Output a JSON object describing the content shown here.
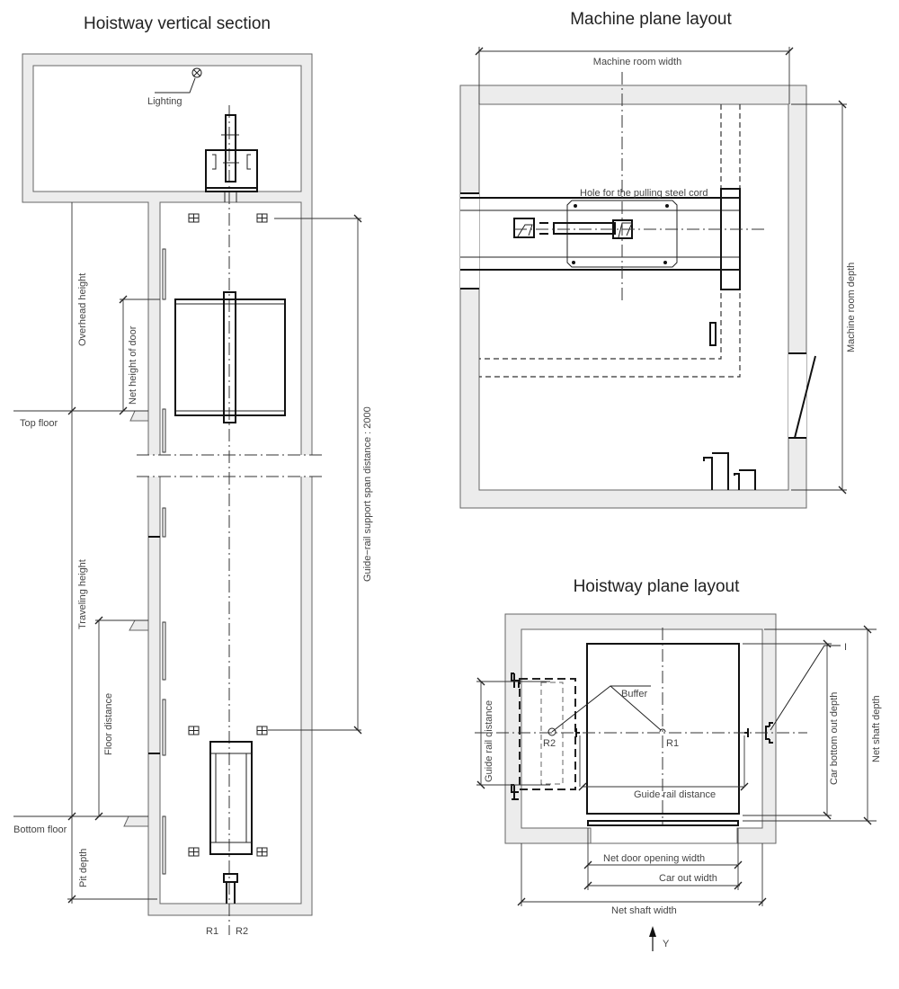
{
  "titles": {
    "vertical_section": "Hoistway vertical section",
    "machine_plane": "Machine plane layout",
    "hoistway_plane": "Hoistway plane layout"
  },
  "vertical_section": {
    "lighting": "Lighting",
    "overhead_height": "Overhead height",
    "net_height_of_door": "Net height of door",
    "top_floor": "Top floor",
    "traveling_height": "Traveling height",
    "floor_distance": "Floor distance",
    "bottom_floor": "Bottom floor",
    "pit_depth": "Pit depth",
    "guide_rail_span": "Guide−rail support span distance : 2000",
    "r1": "R1",
    "r2": "R2"
  },
  "machine_plane": {
    "machine_room_width": "Machine room width",
    "machine_room_depth": "Machine room depth",
    "hole_label": "Hole for the pulling steel cord"
  },
  "hoistway_plane": {
    "buffer": "Buffer",
    "r1": "R1",
    "r2": "R2",
    "guide_rail_distance_left": "Guide rail distance",
    "guide_rail_distance_bottom": "Guide rail distance",
    "car_bottom_out_depth": "Car bottom out depth",
    "net_shaft_depth": "Net shaft depth",
    "net_door_opening_width": "Net door opening width",
    "car_out_width": "Car out width",
    "net_shaft_width": "Net shaft width",
    "axis_y": "Y",
    "marker_i": "I"
  }
}
